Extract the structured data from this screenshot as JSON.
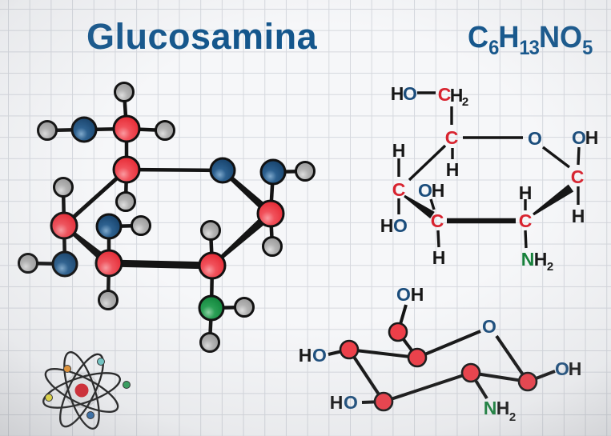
{
  "header": {
    "title": "Glucosamina",
    "formula_parts": [
      "C",
      "6",
      "H",
      "13",
      "N",
      "O",
      "5"
    ]
  },
  "palette": {
    "title_blue": "#14568c",
    "carbon_letter_red": "#d8232f",
    "oxygen_letter_navy": "#1b4d7c",
    "hydrogen_letter_black": "#161616",
    "nitrogen_letter_green": "#15803a"
  },
  "model3d": {
    "carbon_ball_color": "#ee3a45",
    "oxygen_ball_color": "#1c4d7c",
    "hydrogen_ball_color": "#a9a9a9",
    "nitrogen_ball_color": "#169245",
    "carbon_count": 6,
    "oxygen_count": 5,
    "hydrogen_count": 13,
    "nitrogen_count": 1
  },
  "structural": {
    "labels": [
      "H",
      "O",
      "C",
      "H",
      "2",
      "C",
      "H",
      "H",
      "C",
      "H",
      "O",
      "O",
      "H",
      "C",
      "H",
      "H",
      "C",
      "N",
      "H",
      "2",
      "O",
      "O",
      "H",
      "C",
      "H"
    ]
  },
  "skeletal": {
    "labels": [
      "O",
      "H",
      "H",
      "O",
      "H",
      "O",
      "O",
      "O",
      "H",
      "N",
      "H",
      "2"
    ],
    "node_color": "#ef3d47"
  },
  "atom_icon": {
    "nucleus_color": "#d6212b",
    "electron_colors": [
      "#e8922e",
      "#6fc8c6",
      "#2f9e59",
      "#2f6cab",
      "#efe33c"
    ]
  }
}
